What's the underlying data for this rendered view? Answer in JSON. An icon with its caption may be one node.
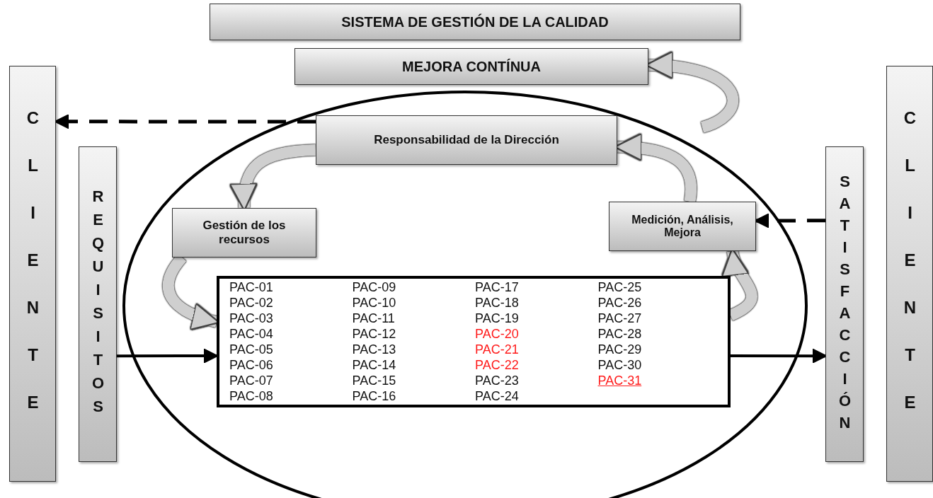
{
  "diagram": {
    "nodes": [
      {
        "text": [
          "SISTEMA DE GESTIÓN DE LA CALIDAD"
        ]
      },
      {
        "text": [
          "MEJORA CONTÍNUA"
        ]
      },
      {
        "text": [
          "CLIENTE"
        ]
      },
      {
        "text": [
          "REQUISITOS"
        ]
      },
      {
        "text": [
          "Responsabilidad de la Dirección"
        ]
      },
      {
        "text": [
          "Gestión de los recursos"
        ]
      },
      {
        "text": [
          "Medición, Análisis, Mejora"
        ]
      },
      {
        "text": [
          "PAC-01",
          "PAC-02",
          "PAC-03",
          "PAC-04",
          "PAC-05",
          "PAC-06",
          "PAC-07",
          "PAC-08",
          "PAC-09",
          "PAC-10",
          "PAC-11",
          "PAC-12",
          "PAC-13",
          "PAC-14",
          "PAC-15",
          "PAC-16",
          "PAC-17",
          "PAC-18",
          "PAC-19",
          "PAC-20",
          "PAC-21",
          "PAC-22",
          "PAC-23",
          "PAC-24",
          "PAC-25",
          "PAC-26",
          "PAC-27",
          "PAC-28",
          "PAC-29",
          "PAC-30",
          "PAC-31"
        ]
      },
      {
        "text": [
          "SATISFACCIÓN"
        ]
      },
      {
        "text": [
          "CLIENTE"
        ]
      }
    ],
    "edges": [
      {
        "from": 4,
        "to": 2,
        "arrow": "to",
        "style": "dashed",
        "color": "#000000"
      },
      {
        "from": 8,
        "to": 6,
        "arrow": "to",
        "style": "dashed",
        "color": "#000000"
      },
      {
        "from": 3,
        "to": 7,
        "arrow": "to",
        "color": "#000000"
      },
      {
        "from": 7,
        "to": 8,
        "arrow": "to",
        "color": "#000000"
      },
      {
        "from": 4,
        "to": 5,
        "arrow": "to",
        "color": "#cfcfcf"
      },
      {
        "from": 5,
        "to": 7,
        "arrow": "to",
        "color": "#cfcfcf"
      },
      {
        "from": 7,
        "to": 6,
        "arrow": "to",
        "color": "#cfcfcf"
      },
      {
        "from": 6,
        "to": 4,
        "arrow": "to",
        "color": "#cfcfcf"
      },
      {
        "from": null,
        "to": 1,
        "arrow": "to",
        "color": "#cfcfcf"
      }
    ]
  }
}
